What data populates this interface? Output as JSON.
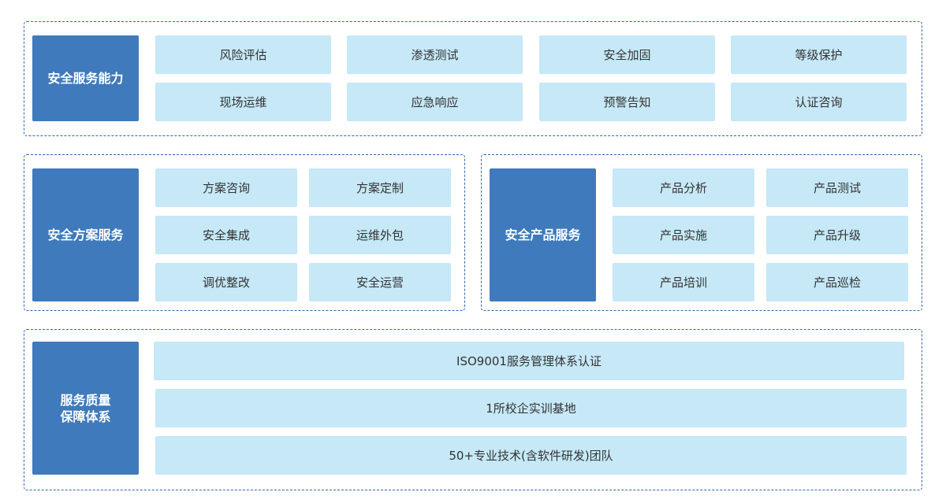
{
  "capability": {
    "title": "安全服务能力",
    "items": [
      "风险评估",
      "渗透测试",
      "安全加固",
      "等级保护",
      "现场运维",
      "应急响应",
      "预警告知",
      "认证咨询"
    ]
  },
  "solution": {
    "title": "安全方案服务",
    "items": [
      "方案咨询",
      "方案定制",
      "安全集成",
      "运维外包",
      "调优整改",
      "安全运营"
    ]
  },
  "product": {
    "title": "安全产品服务",
    "items": [
      "产品分析",
      "产品测试",
      "产品实施",
      "产品升级",
      "产品培训",
      "产品巡检"
    ]
  },
  "quality": {
    "title": "服务质量\n保障体系",
    "items": [
      "ISO9001服务管理体系认证",
      "1所校企实训基地",
      "50+专业技术(含软件研发)团队"
    ]
  },
  "colors": {
    "header": "#3f7abc",
    "cell": "#c6e8f7",
    "border": "#2f67b2"
  }
}
